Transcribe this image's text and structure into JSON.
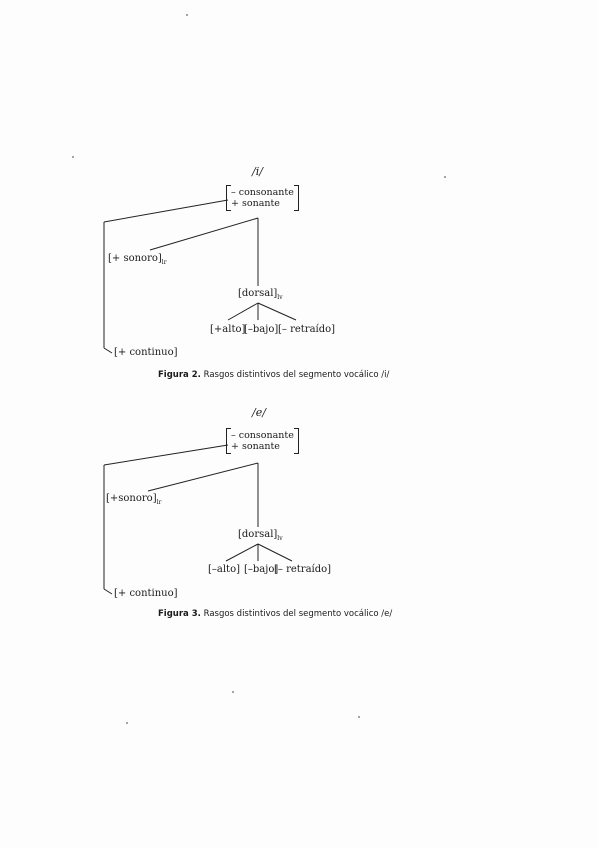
{
  "figures": [
    {
      "phoneme": "/i/",
      "matrix": [
        "– consonante",
        "+ sonante"
      ],
      "laryngeal": "[+ sonoro]",
      "laryngeal_sub": "lr",
      "place": "[dorsal]",
      "place_sub": "lv",
      "features": [
        "[+alto]",
        "[–bajo]",
        "[– retraído]"
      ],
      "continuant": "[+ continuo]",
      "caption_label": "Figura 2.",
      "caption_text": "Rasgos distintivos del segmento vocálico /i/"
    },
    {
      "phoneme": "/e/",
      "matrix": [
        "– consonante",
        "+ sonante"
      ],
      "laryngeal": "[+sonoro]",
      "laryngeal_sub": "lr",
      "place": "[dorsal]",
      "place_sub": "lv",
      "features": [
        "[–alto]",
        "[–bajo]",
        "[– retraído]"
      ],
      "continuant": "[+ continuo]",
      "caption_label": "Figura 3.",
      "caption_text": "Rasgos distintivos del segmento vocálico /e/"
    }
  ]
}
